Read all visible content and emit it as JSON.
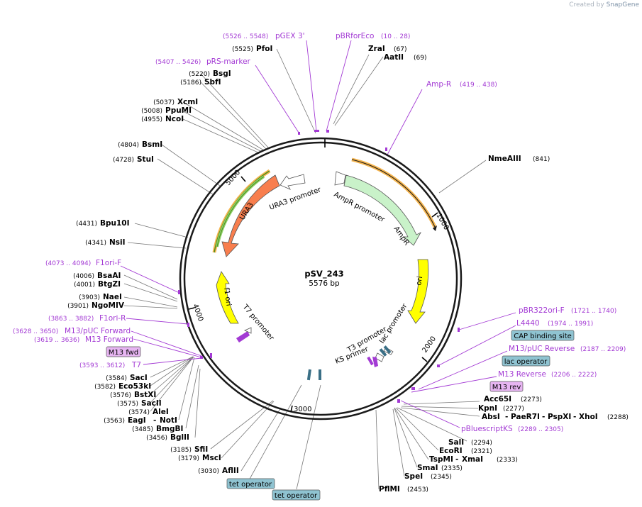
{
  "brand": {
    "prefix": "Created by",
    "name": "SnapGene"
  },
  "plasmid": {
    "name": "pSV_243",
    "length_label": "5576 bp",
    "length": 5576
  },
  "ticks": [
    "1000",
    "2000",
    "3000",
    "4000",
    "5000"
  ],
  "features": [
    {
      "id": "ampr-promoter",
      "label": "AmpR promoter",
      "color": "#c9f2c9"
    },
    {
      "id": "ampr",
      "label": "AmpR",
      "color": "#c9f2c9"
    },
    {
      "id": "ori",
      "label": "ori",
      "color": "#ffff00"
    },
    {
      "id": "lac-promoter",
      "label": "lac promoter",
      "color": "#ffffff"
    },
    {
      "id": "t3-promoter",
      "label": "T3 promoter",
      "color": "#ffffff"
    },
    {
      "id": "ks-primer",
      "label": "KS primer",
      "color": "#a33ad4"
    },
    {
      "id": "t7-promoter",
      "label": "T7 promoter",
      "color": "#ffffff"
    },
    {
      "id": "f1-ori",
      "label": "f1 ori",
      "color": "#ffff00"
    },
    {
      "id": "ura3",
      "label": "URA3",
      "color": "#f87e4e"
    },
    {
      "id": "ura3-promoter",
      "label": "URA3 promoter",
      "color": "#ffffff"
    }
  ],
  "enzymes_left": [
    {
      "name": "PfoI",
      "pos": "(5525)"
    },
    {
      "name": "BsgI",
      "pos": "(5220)"
    },
    {
      "name": "SbfI",
      "pos": "(5186)"
    },
    {
      "name": "XcmI",
      "pos": "(5037)"
    },
    {
      "name": "PpuMI",
      "pos": "(5008)"
    },
    {
      "name": "NcoI",
      "pos": "(4955)"
    },
    {
      "name": "BsmI",
      "pos": "(4804)"
    },
    {
      "name": "StuI",
      "pos": "(4728)"
    },
    {
      "name": "Bpu10I",
      "pos": "(4431)"
    },
    {
      "name": "NsiI",
      "pos": "(4341)"
    },
    {
      "name": "BsaAI",
      "pos": "(4006)"
    },
    {
      "name": "BtgZI",
      "pos": "(4001)"
    },
    {
      "name": "NaeI",
      "pos": "(3903)"
    },
    {
      "name": "NgoMIV",
      "pos": "(3901)"
    },
    {
      "name": "SacI",
      "pos": "(3584)"
    },
    {
      "name": "Eco53kI",
      "pos": "(3582)"
    },
    {
      "name": "BstXI",
      "pos": "(3576)"
    },
    {
      "name": "SacII",
      "pos": "(3575)"
    },
    {
      "name": "AleI",
      "pos": "(3574)"
    },
    {
      "name": "BmgBI",
      "pos": "(3485)"
    },
    {
      "name": "BglII",
      "pos": "(3456)"
    },
    {
      "name": "SfiI",
      "pos": "(3185)"
    },
    {
      "name": "MscI",
      "pos": "(3179)"
    },
    {
      "name": "AflII",
      "pos": "(3030)"
    }
  ],
  "enzyme_eagnoti": {
    "pos": "(3563)",
    "a": "EagI",
    "sep": "-",
    "b": "NotI"
  },
  "enzymes_right": [
    {
      "name": "ZraI",
      "pos": "(67)"
    },
    {
      "name": "AatII",
      "pos": "(69)"
    },
    {
      "name": "NmeAIII",
      "pos": "(841)"
    },
    {
      "name": "Acc65I",
      "pos": "(2273)"
    },
    {
      "name": "KpnI",
      "pos": "(2277)"
    },
    {
      "name": "SalI",
      "pos": "(2294)"
    },
    {
      "name": "EcoRI",
      "pos": "(2321)"
    },
    {
      "name": "SmaI",
      "pos": "(2335)"
    },
    {
      "name": "SpeI",
      "pos": "(2345)"
    },
    {
      "name": "PflMI",
      "pos": "(2453)"
    }
  ],
  "enzyme_absi": {
    "a": "AbsI",
    "b": "PaeR7I",
    "c": "PspXI",
    "d": "XhoI",
    "sep": "-",
    "pos": "(2288)"
  },
  "enzyme_tspmi": {
    "a": "TspMI",
    "sep": "-",
    "b": "XmaI",
    "pos": "(2333)"
  },
  "primers": [
    {
      "name": "pGEX 3'",
      "pos": "(5526 .. 5548)"
    },
    {
      "name": "pBRforEco",
      "pos": "(10 .. 28)"
    },
    {
      "name": "pRS-marker",
      "pos": "(5407 .. 5426)"
    },
    {
      "name": "Amp-R",
      "pos": "(419 .. 438)"
    },
    {
      "name": "F1ori-F",
      "pos": "(4073 .. 4094)"
    },
    {
      "name": "F1ori-R",
      "pos": "(3863 .. 3882)"
    },
    {
      "name": "M13/pUC Forward",
      "pos": "(3628 .. 3650)"
    },
    {
      "name": "M13 Forward",
      "pos": "(3619 .. 3636)"
    },
    {
      "name": "T7",
      "pos": "(3593 .. 3612)"
    },
    {
      "name": "pBR322ori-F",
      "pos": "(1721 .. 1740)"
    },
    {
      "name": "L4440",
      "pos": "(1974 .. 1991)"
    },
    {
      "name": "M13/pUC Reverse",
      "pos": "(2187 .. 2209)"
    },
    {
      "name": "M13 Reverse",
      "pos": "(2206 .. 2222)"
    },
    {
      "name": "pBluescriptKS",
      "pos": "(2289 .. 2305)"
    }
  ],
  "boxes": [
    {
      "label": "M13 fwd",
      "fill": "#e7b5f2"
    },
    {
      "label": "CAP binding site",
      "fill": "#8fc3d1"
    },
    {
      "label": "lac operator",
      "fill": "#8fc3d1"
    },
    {
      "label": "M13 rev",
      "fill": "#e7b5f2"
    },
    {
      "label": "tet operator",
      "fill": "#8fc3d1"
    },
    {
      "label": "tet operator",
      "fill": "#8fc3d1"
    }
  ],
  "colors": {
    "backbone": "#1a1a1a",
    "primer": "#a33ad4",
    "orange_band": "#f5b54f",
    "green_band": "#4b8c1a",
    "operator": "#3a6f86"
  }
}
